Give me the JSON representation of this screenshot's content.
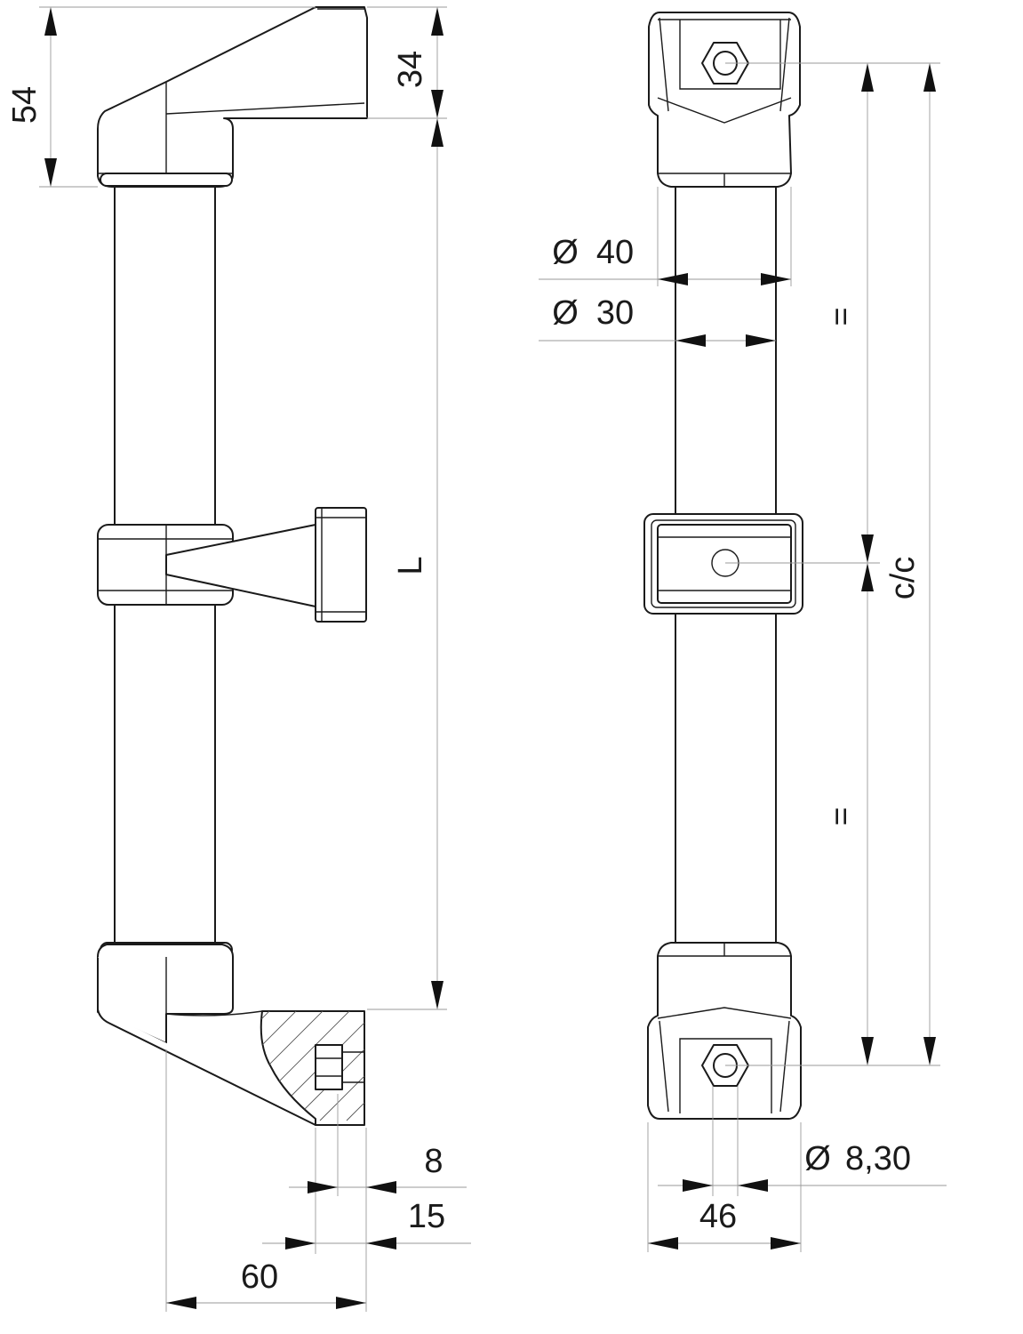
{
  "side_view": {
    "dim_total_offset": "54",
    "dim_top_offset": "34",
    "dim_length": "L",
    "dim_thread_depth": "8",
    "dim_insert_depth": "15",
    "dim_projection": "60"
  },
  "front_view": {
    "dim_outer_diameter_symbol": "Ø",
    "dim_outer_diameter": "40",
    "dim_inner_diameter_symbol": "Ø",
    "dim_inner_diameter": "30",
    "dim_equal_top": "=",
    "dim_equal_bottom": "=",
    "dim_center_to_center": "c/c",
    "dim_hole_diameter_symbol": "Ø",
    "dim_hole_diameter": "8,30",
    "dim_base_width": "46"
  }
}
